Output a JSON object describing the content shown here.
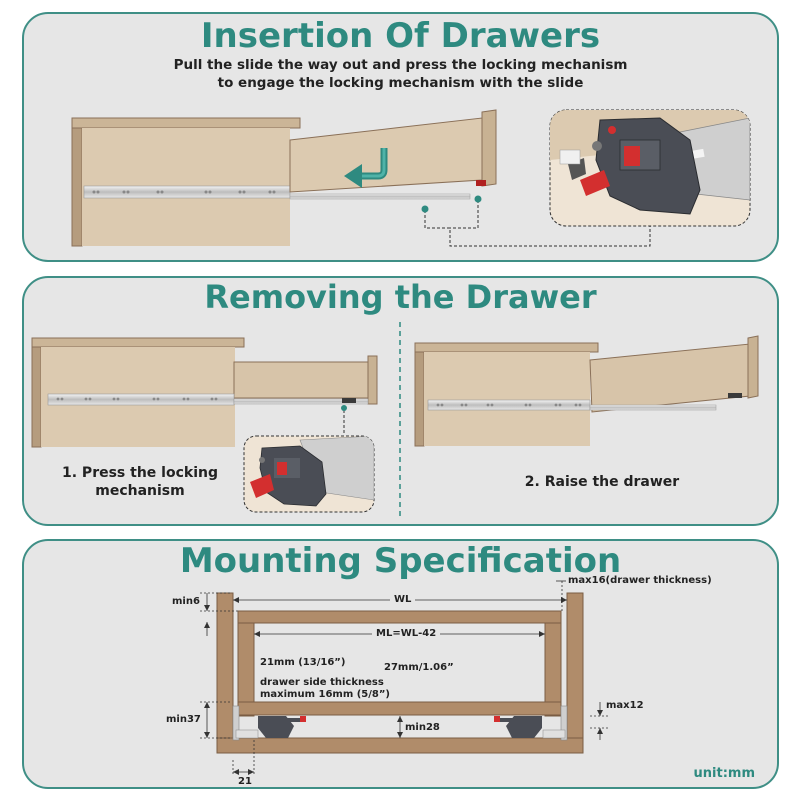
{
  "section1": {
    "title": "Insertion Of Drawers",
    "subtitle_line1": "Pull the slide the way out and press the locking mechanism",
    "subtitle_line2": "to engage the locking mechanism with the slide"
  },
  "section2": {
    "title": "Removing the Drawer",
    "step1_line1": "1. Press the locking",
    "step1_line2": "mechanism",
    "step2": "2. Raise the drawer"
  },
  "section3": {
    "title": "Mounting Specification",
    "dims": {
      "max16": "max16(drawer thickness)",
      "min6": "min6",
      "wl": "WL",
      "ml": "ML=WL-42",
      "d21mm": "21mm (13/16”)",
      "d27mm": "27mm/1.06”",
      "side_line1": "drawer side thickness",
      "side_line2": "maximum 16mm (5/8”)",
      "min37": "min37",
      "min28": "min28",
      "max12": "max12",
      "d21": "21"
    },
    "unit": "unit:mm"
  },
  "colors": {
    "teal": "#2e8a80",
    "wood": "#d9c7ad",
    "wood_edge": "#8a7058",
    "lock_red": "#d32f2f",
    "lock_dark": "#4a4d55"
  }
}
